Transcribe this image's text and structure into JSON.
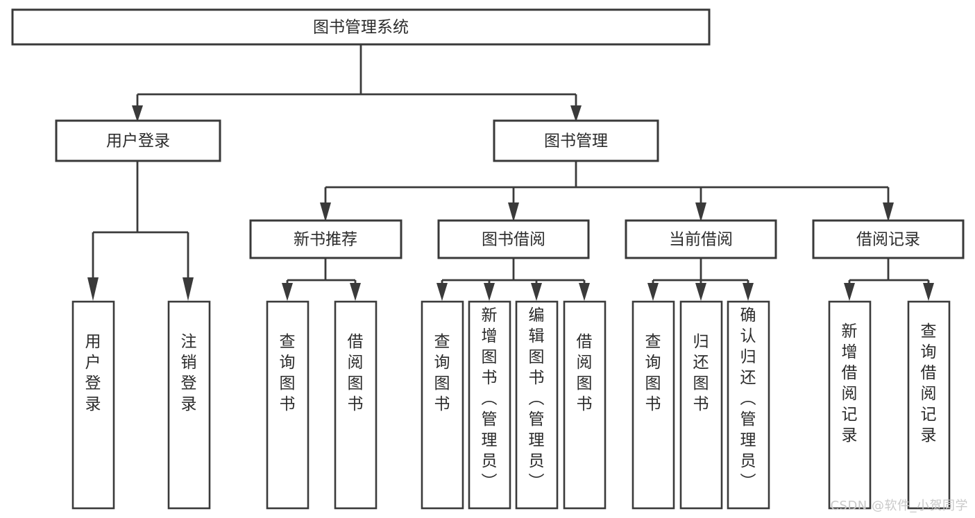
{
  "diagram": {
    "type": "tree",
    "title": "图书管理系统",
    "root": {
      "id": "root",
      "label": "图书管理系统"
    },
    "level2": [
      {
        "id": "user-login",
        "label": "用户登录"
      },
      {
        "id": "book-management",
        "label": "图书管理"
      }
    ],
    "level3": [
      {
        "id": "new-book-recommend",
        "label": "新书推荐",
        "parent": "book-management"
      },
      {
        "id": "book-borrow",
        "label": "图书借阅",
        "parent": "book-management"
      },
      {
        "id": "current-borrow",
        "label": "当前借阅",
        "parent": "book-management"
      },
      {
        "id": "borrow-record",
        "label": "借阅记录",
        "parent": "book-management"
      }
    ],
    "leaves": {
      "user-login": [
        {
          "id": "leaf-user-login",
          "label": "用户登录"
        },
        {
          "id": "leaf-user-logout",
          "label": "注销登录"
        }
      ],
      "new-book-recommend": [
        {
          "id": "leaf-query-book-1",
          "label": "查询图书"
        },
        {
          "id": "leaf-borrow-book-1",
          "label": "借阅图书"
        }
      ],
      "book-borrow": [
        {
          "id": "leaf-query-book-2",
          "label": "查询图书"
        },
        {
          "id": "leaf-add-book",
          "label": "新增图书（管理员）"
        },
        {
          "id": "leaf-edit-book",
          "label": "编辑图书（管理员）"
        },
        {
          "id": "leaf-borrow-book-2",
          "label": "借阅图书"
        }
      ],
      "current-borrow": [
        {
          "id": "leaf-query-book-3",
          "label": "查询图书"
        },
        {
          "id": "leaf-return-book",
          "label": "归还图书"
        },
        {
          "id": "leaf-confirm-return",
          "label": "确认归还（管理员）"
        }
      ],
      "borrow-record": [
        {
          "id": "leaf-add-record",
          "label": "新增借阅记录"
        },
        {
          "id": "leaf-query-record",
          "label": "查询借阅记录"
        }
      ]
    }
  },
  "colors": {
    "background": "#ffffff",
    "box_fill": "#ffffff",
    "box_stroke": "#3a3a3a",
    "text": "#2b2b2b",
    "watermark": "#c9c9c9"
  },
  "watermark": {
    "text": "CSDN @软件_小贺同学"
  }
}
